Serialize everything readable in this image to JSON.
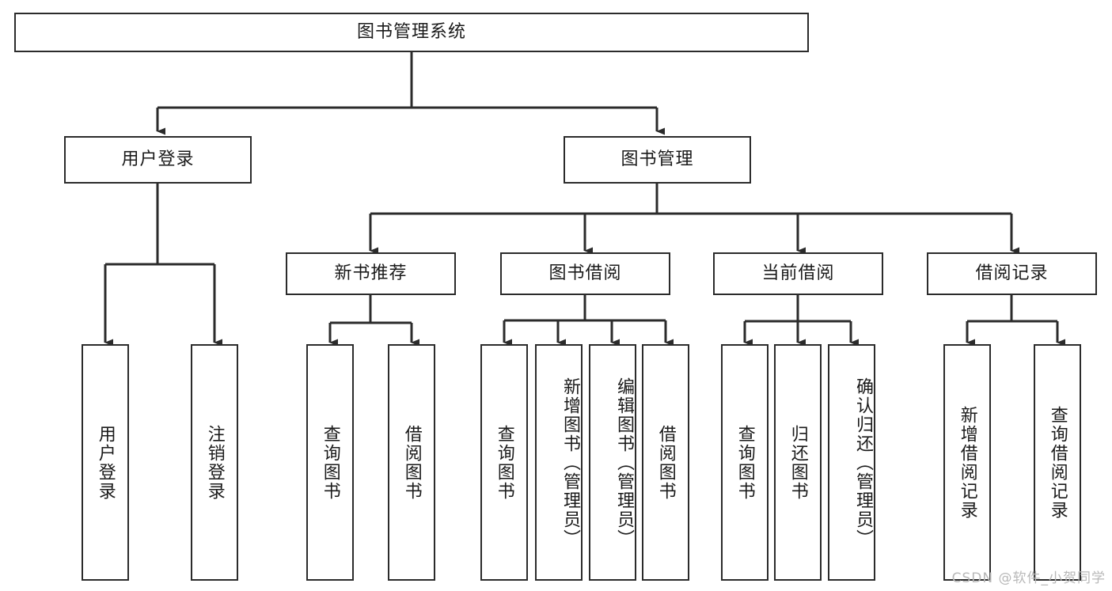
{
  "diagram": {
    "title": "图书管理系统",
    "type": "tree-hierarchy-diagram",
    "root": {
      "label": "图书管理系统",
      "orientation": "horizontal"
    },
    "level1": [
      {
        "label": "用户登录",
        "orientation": "horizontal"
      },
      {
        "label": "图书管理",
        "orientation": "horizontal"
      }
    ],
    "level2": [
      {
        "label": "新书推荐",
        "orientation": "horizontal"
      },
      {
        "label": "图书借阅",
        "orientation": "horizontal"
      },
      {
        "label": "当前借阅",
        "orientation": "horizontal"
      },
      {
        "label": "借阅记录",
        "orientation": "horizontal"
      }
    ],
    "leaves": {
      "user_login": [
        {
          "label": "用户登录",
          "orientation": "vertical"
        },
        {
          "label": "注销登录",
          "orientation": "vertical"
        }
      ],
      "new_book_recommend": [
        {
          "label": "查询图书",
          "orientation": "vertical"
        },
        {
          "label": "借阅图书",
          "orientation": "vertical"
        }
      ],
      "book_borrow": [
        {
          "label": "查询图书",
          "orientation": "vertical"
        },
        {
          "label": "新增图书（管理员）",
          "orientation": "vertical"
        },
        {
          "label": "编辑图书（管理员）",
          "orientation": "vertical"
        },
        {
          "label": "借阅图书",
          "orientation": "vertical"
        }
      ],
      "current_borrow": [
        {
          "label": "查询图书",
          "orientation": "vertical"
        },
        {
          "label": "归还图书",
          "orientation": "vertical"
        },
        {
          "label": "确认归还（管理员）",
          "orientation": "vertical"
        }
      ],
      "borrow_record": [
        {
          "label": "新增借阅记录",
          "orientation": "vertical"
        },
        {
          "label": "查询借阅记录",
          "orientation": "vertical"
        }
      ]
    },
    "colors": {
      "stroke": "#2b2b2b",
      "fill": "#ffffff",
      "text": "#1a1a1a",
      "watermark": "#b8b8b8"
    }
  },
  "watermark": {
    "text": "CSDN @软件_小贺同学"
  }
}
